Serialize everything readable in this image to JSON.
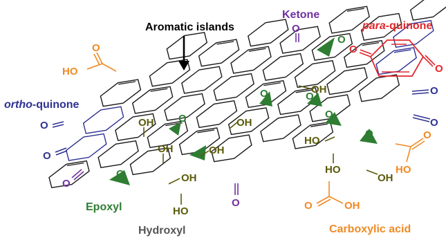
{
  "diagram": {
    "labels": {
      "aromatic_islands": "Aromatic islands",
      "ketone": "Ketone",
      "para_prefix": "para",
      "para_suffix": "-quinone",
      "ortho_prefix": "ortho",
      "ortho_suffix": "-quinone",
      "epoxyl": "Epoxyl",
      "hydroxyl": "Hydroxyl",
      "carboxylic_acid": "Carboxylic acid"
    },
    "atoms": {
      "o": "O",
      "oh": "OH",
      "ho": "HO"
    },
    "colors": {
      "bond": "#1a1a1a",
      "ketone": "#7030a0",
      "para_quinone": "#e3262b",
      "ortho_quinone": "#2e3192",
      "epoxyl": "#2e7d32",
      "hydroxyl": "#5a5a0a",
      "carboxylic_acid": "#f08a24",
      "hydroxyl_label": "#555555"
    }
  }
}
